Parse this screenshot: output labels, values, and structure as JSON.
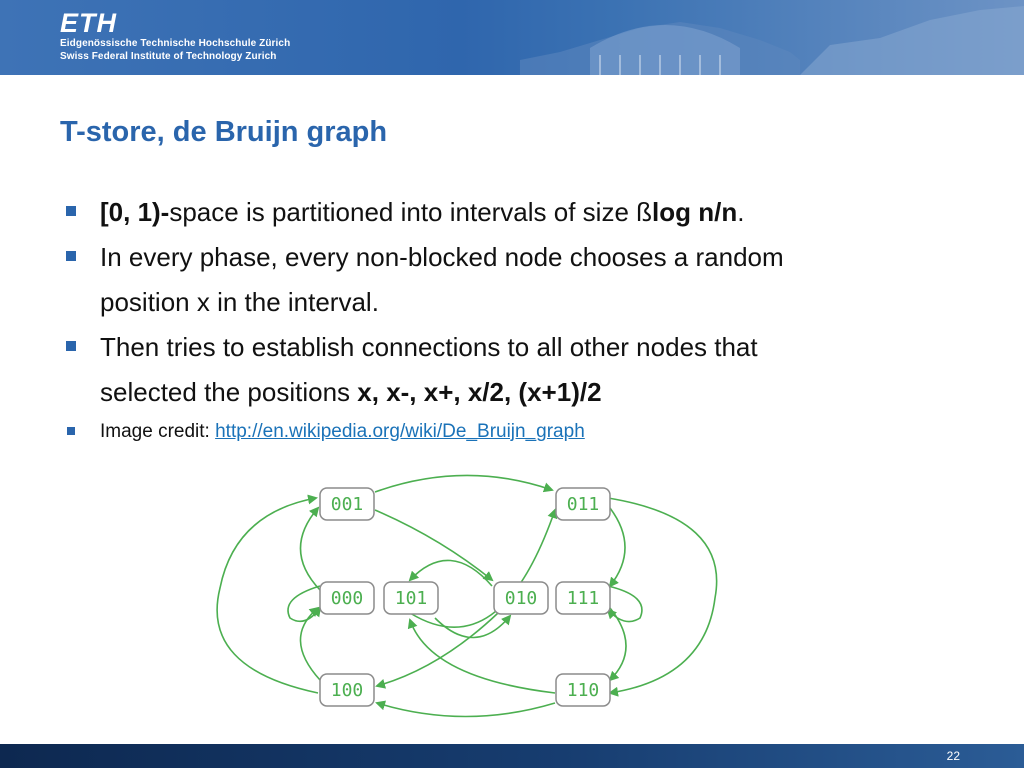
{
  "header": {
    "logo": "ETH",
    "line1": "Eidgenössische Technische Hochschule Zürich",
    "line2": "Swiss Federal Institute of Technology Zurich"
  },
  "slide": {
    "title": "T-store, de Bruijn graph",
    "bullet1": {
      "bold_start": "[0, 1)-",
      "text": "space is partitioned into intervals of size ß",
      "bold_end": "log n/n",
      "period": "."
    },
    "bullet2": {
      "line1": "In every phase, every non-blocked node chooses a random",
      "line2": "position x in the interval."
    },
    "bullet3": {
      "line1": "Then tries to establish connections to all other nodes that",
      "line2_text": "selected the positions ",
      "line2_bold": "x, x-, x+, x/2, (x+1)/2"
    },
    "bullet4": {
      "label": "Image credit: ",
      "link": "http://en.wikipedia.org/wiki/De_Bruijn_graph"
    },
    "page_number": "22"
  },
  "graph": {
    "nodes": [
      "001",
      "011",
      "000",
      "101",
      "010",
      "111",
      "100",
      "110"
    ],
    "edge_color": "#4caf50",
    "node_border_color": "#888888"
  }
}
